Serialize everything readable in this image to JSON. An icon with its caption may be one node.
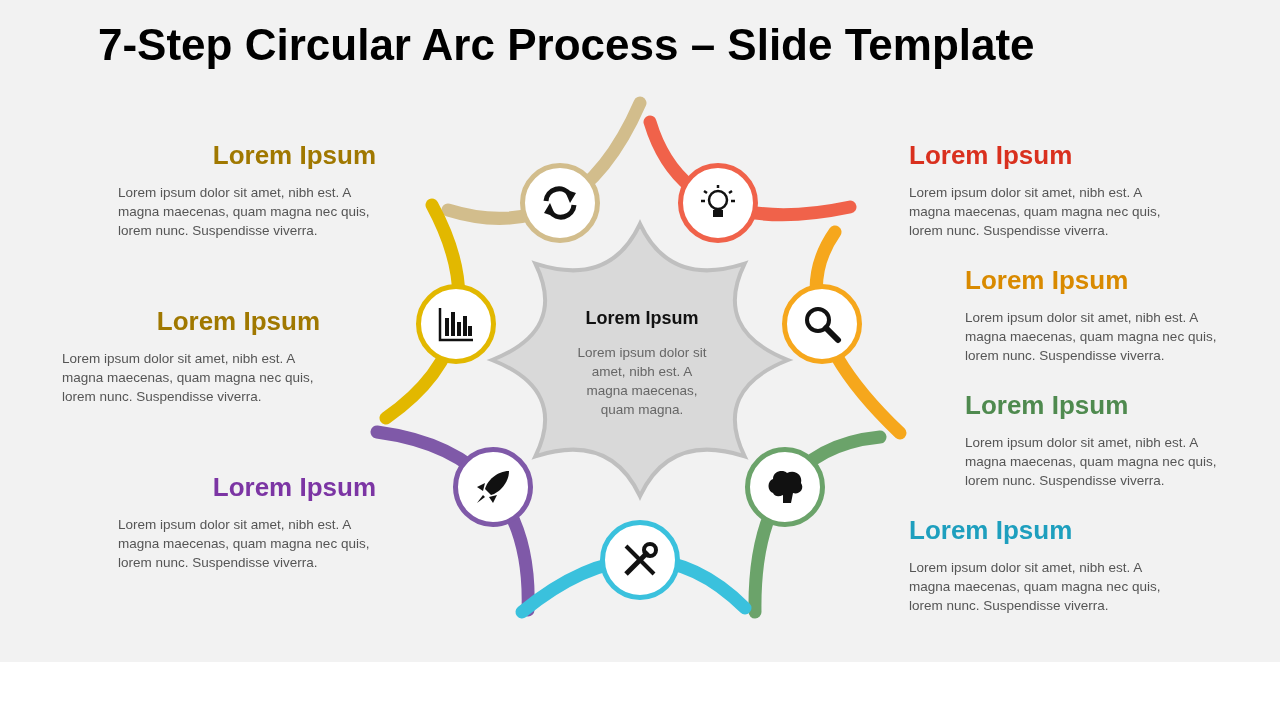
{
  "diagram": {
    "title": "7-Step Circular Arc Process – Slide Template",
    "nodes": [
      {
        "text": [
          "Lorem Ipsum",
          "Lorem ipsum dolor sit amet, nibh est. A magna maecenas, quam magna."
        ]
      },
      {
        "text": [],
        "shape": "circle"
      },
      {
        "text": [],
        "shape": "circle"
      },
      {
        "text": [],
        "shape": "circle"
      },
      {
        "text": [],
        "shape": "circle"
      },
      {
        "text": [],
        "shape": "circle"
      },
      {
        "text": [],
        "shape": "circle"
      },
      {
        "text": [],
        "shape": "circle"
      }
    ],
    "labels": [
      "Lorem Ipsum",
      "Lorem ipsum dolor sit amet, nibh est. A magna maecenas, quam magna nec quis, lorem nunc. Suspendisse viverra.",
      "Lorem Ipsum",
      "Lorem ipsum dolor sit amet, nibh est. A magna maecenas, quam magna nec quis, lorem nunc. Suspendisse viverra.",
      "Lorem Ipsum",
      "Lorem ipsum dolor sit amet, nibh est. A magna maecenas, quam magna nec quis, lorem nunc. Suspendisse viverra.",
      "Lorem Ipsum",
      "Lorem ipsum dolor sit amet, nibh est. A magna maecenas, quam magna nec quis, lorem nunc. Suspendisse viverra.",
      "Lorem Ipsum",
      "Lorem ipsum dolor sit amet, nibh est. A magna maecenas, quam magna nec quis, lorem nunc. Suspendisse viverra.",
      "Lorem Ipsum",
      "Lorem ipsum dolor sit amet, nibh est. A magna maecenas, quam magna nec quis, lorem nunc. Suspendisse viverra.",
      "Lorem Ipsum",
      "Lorem ipsum dolor sit amet, nibh est. A magna maecenas, quam magna nec quis, lorem nunc. Suspendisse viverra."
    ]
  }
}
